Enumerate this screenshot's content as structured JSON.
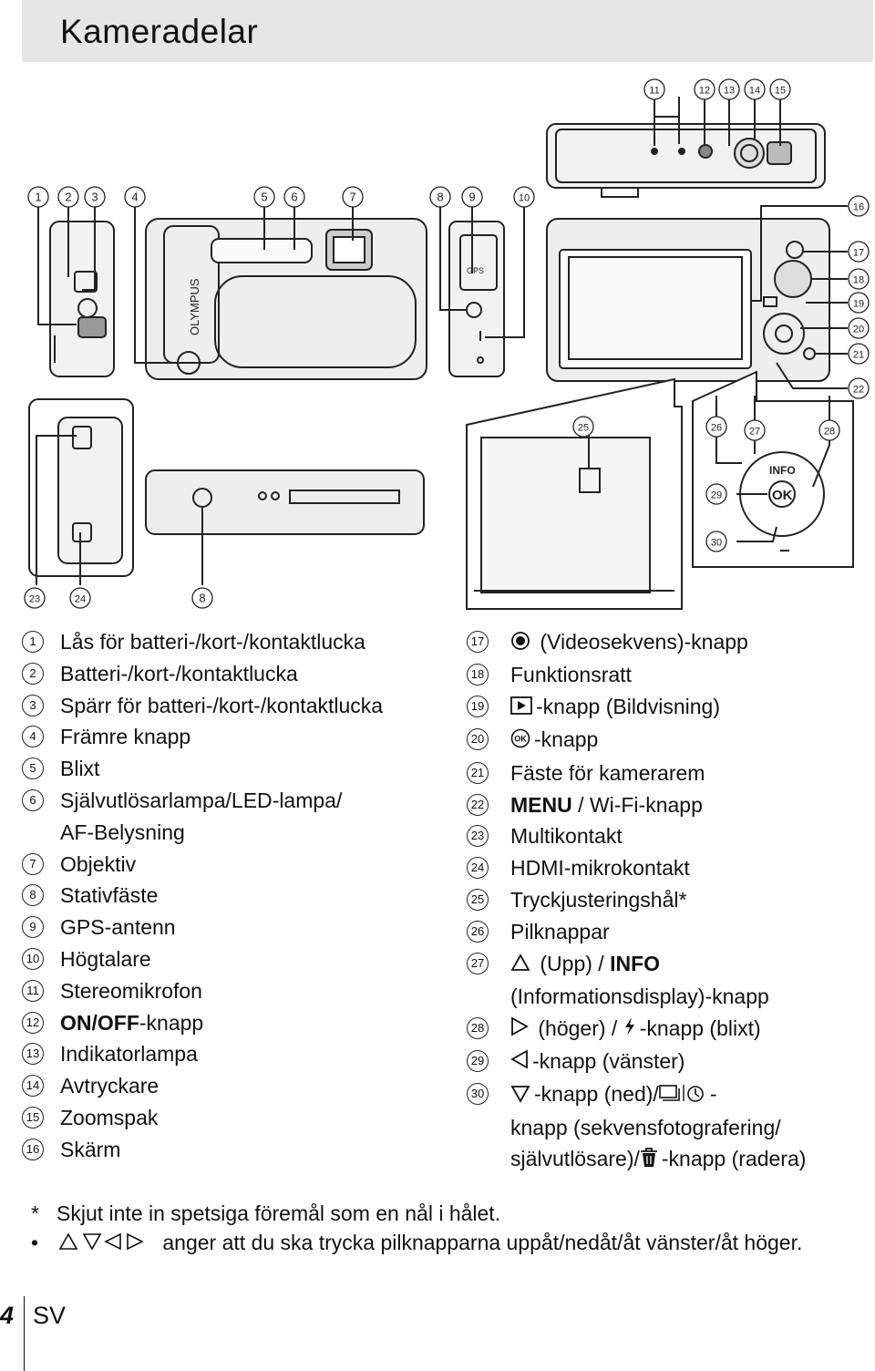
{
  "header": {
    "title": "Kameradelar"
  },
  "callouts": [
    "1",
    "2",
    "3",
    "4",
    "5",
    "6",
    "7",
    "8",
    "9",
    "10",
    "11",
    "12",
    "13",
    "14",
    "15",
    "16",
    "17",
    "18",
    "19",
    "20",
    "21",
    "22",
    "23",
    "24",
    "25",
    "26",
    "27",
    "28",
    "29",
    "30"
  ],
  "dial_labels": {
    "info": "INFO",
    "ok": "OK"
  },
  "left_list": [
    {
      "n": "1",
      "text": "Lås för batteri-/kort-/kontaktlucka"
    },
    {
      "n": "2",
      "text": "Batteri-/kort-/kontaktlucka"
    },
    {
      "n": "3",
      "text": "Spärr för batteri-/kort-/kontaktlucka"
    },
    {
      "n": "4",
      "text": "Främre knapp"
    },
    {
      "n": "5",
      "text": "Blixt"
    },
    {
      "n": "6",
      "text": "Självutlösarlampa/LED-lampa/",
      "text2": "AF-Belysning"
    },
    {
      "n": "7",
      "text": "Objektiv"
    },
    {
      "n": "8",
      "text": "Stativfäste"
    },
    {
      "n": "9",
      "text": "GPS-antenn"
    },
    {
      "n": "10",
      "text": "Högtalare"
    },
    {
      "n": "11",
      "text": "Stereomikrofon"
    },
    {
      "n": "12",
      "bold": "ON/OFF",
      "text": "-knapp"
    },
    {
      "n": "13",
      "text": "Indikatorlampa"
    },
    {
      "n": "14",
      "text": "Avtryckare"
    },
    {
      "n": "15",
      "text": "Zoomspak"
    },
    {
      "n": "16",
      "text": "Skärm"
    }
  ],
  "right_list": [
    {
      "n": "17",
      "icon": "movie-icon",
      "text": " (Videosekvens)-knapp"
    },
    {
      "n": "18",
      "text": "Funktionsratt"
    },
    {
      "n": "19",
      "icon": "play-icon",
      "text": "-knapp (Bildvisning)"
    },
    {
      "n": "20",
      "icon": "ok-icon",
      "text": "-knapp"
    },
    {
      "n": "21",
      "text": "Fäste för kamerarem"
    },
    {
      "n": "22",
      "bold": "MENU",
      "text": " / Wi-Fi-knapp"
    },
    {
      "n": "23",
      "text": "Multikontakt"
    },
    {
      "n": "24",
      "text": "HDMI-mikrokontakt"
    },
    {
      "n": "25",
      "text": "Tryckjusteringshål*"
    },
    {
      "n": "26",
      "text": "Pilknappar"
    },
    {
      "n": "27",
      "icon": "up-icon",
      "text": " (Upp) / ",
      "bold2": "INFO",
      "text2": "(Informationsdisplay)-knapp"
    },
    {
      "n": "28",
      "icon": "right-icon",
      "text": " (höger) / ",
      "icon2": "flash-icon",
      "text3": "-knapp (blixt)"
    },
    {
      "n": "29",
      "icon": "left-icon",
      "text": "-knapp (vänster)"
    },
    {
      "n": "30",
      "icon": "down-icon",
      "text": "-knapp (ned)/",
      "icon2": "sequential-selftimer-icon",
      "text3": "-",
      "text2": "knapp (sekvensfotografering/",
      "text4": "självutlösare)/",
      "icon3": "trash-icon",
      "text5": "-knapp (radera)"
    }
  ],
  "notes": [
    {
      "marker": "*",
      "text": "Skjut inte in spetsiga föremål som en nål i hålet."
    },
    {
      "marker": "•",
      "icons": "arrows-icon",
      "text": " anger att du ska trycka pilknapparna uppåt/nedåt/åt vänster/åt höger."
    }
  ],
  "footer": {
    "page": "4",
    "lang": "SV"
  }
}
